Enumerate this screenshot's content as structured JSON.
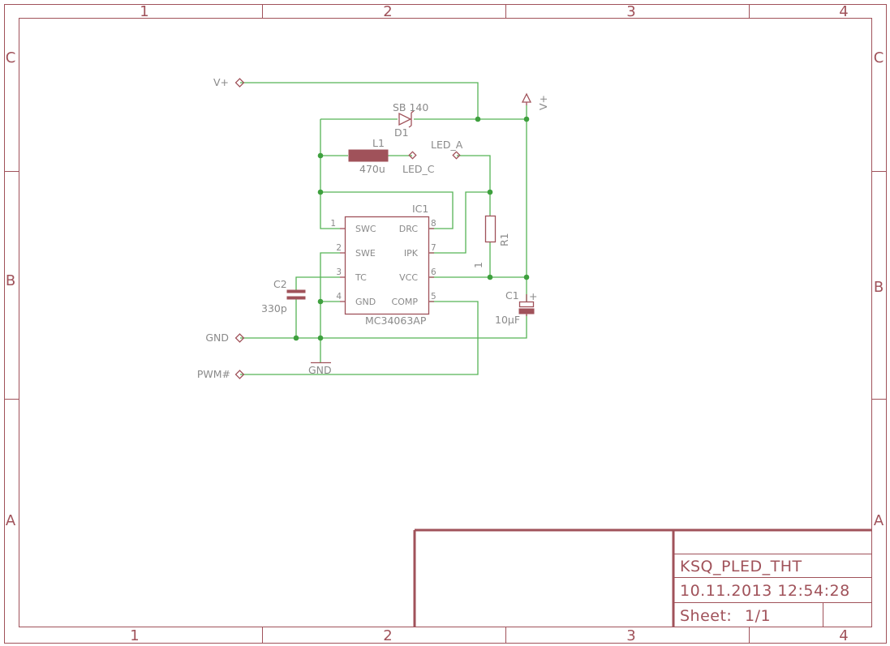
{
  "frame": {
    "columns": [
      "1",
      "2",
      "3",
      "4"
    ],
    "rows": [
      "C",
      "B",
      "A"
    ]
  },
  "title_block": {
    "title": "KSQ_PLED_THT",
    "datetime": "10.11.2013 12:54:28",
    "sheet_label": "Sheet:",
    "sheet_value": "1/1"
  },
  "ports": {
    "vplus": "V+",
    "gnd": "GND",
    "pwm": "PWM#"
  },
  "components": {
    "diode": {
      "value": "SB 140",
      "name": "D1"
    },
    "inductor": {
      "name": "L1",
      "value": "470u"
    },
    "led_a": "LED_A",
    "led_c": "LED_C",
    "resistor": {
      "name": "R1",
      "value": "1"
    },
    "cap_c1": {
      "name": "C1",
      "value": "10µF",
      "polarity": "+"
    },
    "cap_c2": {
      "name": "C2",
      "value": "330p"
    },
    "supply_vplus": "V+",
    "supply_gnd": "GND",
    "ic": {
      "name": "IC1",
      "value": "MC34063AP",
      "pins_left": [
        {
          "num": "1",
          "name": "SWC"
        },
        {
          "num": "2",
          "name": "SWE"
        },
        {
          "num": "3",
          "name": "TC"
        },
        {
          "num": "4",
          "name": "GND"
        }
      ],
      "pins_right": [
        {
          "num": "8",
          "name": "DRC"
        },
        {
          "num": "7",
          "name": "IPK"
        },
        {
          "num": "6",
          "name": "VCC"
        },
        {
          "num": "5",
          "name": "COMP"
        }
      ]
    }
  },
  "colors": {
    "frame": "#a0525a",
    "wire": "#56b456",
    "label": "#8a8a8a"
  }
}
